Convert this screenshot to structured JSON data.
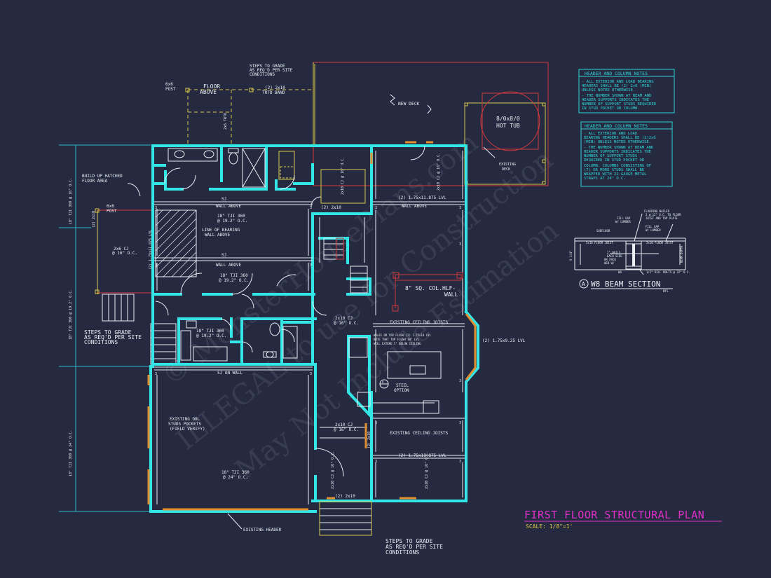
{
  "plan": {
    "title": "FIRST FLOOR STRUCTURAL PLAN",
    "scale": "SCALE:  1/8\"=1'"
  },
  "notes": {
    "box1": {
      "title": "HEADER AND COLUMN NOTES",
      "lines": [
        "- ALL EXTERIOR AND LOAD BEARING",
        "HEADERS SHALL BE (2) 2x6 (MIN)",
        "UNLESS NOTED OTHERWISE.",
        "- THE NUMBER SHOWN AT BEAM AND",
        "HEADER SUPPORTS INDICATES THE",
        "NUMBER OF SUPPORT STUDS REQUIRED",
        "IN STUD POCKET OR COLUMN."
      ]
    },
    "box2": {
      "title": "HEADER AND COLUMN NOTES",
      "lines": [
        "- ALL EXTERIOR AND LOAD",
        "BEARING HEADERS SHALL BE (2)2x6",
        "(MIN) UNLESS NOTED OTHERWISE.",
        "- THE NUMBER SHOWN AT BEAM AND",
        "HEADER SUPPORTS INDICATES THE",
        "NUMBER OF SUPPORT STUDS",
        "REQUIRED IN STUD POCKET OR",
        "COLUMN.  COLUMNS CONSISTING OF",
        "(7) OR MORE STUDS SHALL BE",
        "WRAPPED WITH 22-GAUGE METAL",
        "STRAPS AT 24\" O.C."
      ]
    }
  },
  "beam_section": {
    "title": "W8 BEAM SECTION",
    "marker": "A",
    "nts": "NTS",
    "labels": {
      "flooring": "FLOORING NAILED\n2 @ 12\" O.C. TO FLOOR\nJOIST AND TOP PLATE",
      "fill_gap_left": "FILL GAP\nW/ LUMBER",
      "fill_gap_right": "FILL GAP\nW/ LUMBER",
      "subfloor": "SUBFLOOR",
      "floor_joist_left": "2x10 FLOOR JOIST",
      "floor_joist_right": "2x10 FLOOR JOIST",
      "nails": "2\" NAILS\nEACH SIDE\nOR PACK\nWEB W/",
      "w8": "W8",
      "bolts": "1/2\" DIA. BOLTS @ 32\" O.C.",
      "beam_depth": "BEAM DEPTH",
      "depth": "9 1/4\""
    }
  },
  "labels": {
    "steps_top": "STEPS TO GRADE\nAS REQ'D PER SITE\nCONDITIONS",
    "steps_left": "STEPS TO GRADE\nAS REQ'D PER SITE\nCONDITIONS",
    "steps_bottom": "STEPS TO GRADE\nAS REQ'D PER SITE\nCONDITIONS",
    "post_top": "6x6\nPOST",
    "floor_above": "FLOOR\nABOVE",
    "post_left": "6x6\nPOST",
    "band": "(2) 2x10\nTRTD BAND",
    "new_deck": "NEW DECK",
    "hot_tub": "8/0x8/0\nHOT TUB",
    "existing_deck": "EXISTING\nDECK",
    "build_up": "BUILD UP HATCHED\nFLOOR AREA",
    "wall_above_1": "WALL ABOVE",
    "wall_above_2": "WALL ABOVE",
    "wall_above_3": "WALL ABOVE",
    "line_bearing": "LINE OF BEARING\nWALL ABOVE",
    "tji_1": "18\" TJI 360\n@ 19.2\" O.C.",
    "tji_2": "18\" TJI 360\n@ 19.2\" O.C.",
    "tji_3": "18\" TJI 360\n@ 19.2\" O.C.",
    "tji_4": "18\" TJI 360\n@ 24\" O.C.",
    "sj_1": "SJ",
    "sj_2": "SJ",
    "sj_wall": "SJ ON WALL",
    "cj_1": "2x10 CJ\n@ 16\" O.C.",
    "cj_2": "2x10 CJ\n@ 16\" O.C.",
    "cj_left": "2x6 CJ\n@ 16\" O.C.",
    "lvl_1": "(2) 1.75x11.875 LVL",
    "lvl_2": "(2) 1.75x11.875 LVL",
    "lvl_bay": "(2) 1.75x9.25 LVL",
    "col": "8\" SQ. COL.HLF-\nWALL",
    "ceiling_1": "EXISTING CEILING JOISTS",
    "ceiling_2": "EXISTING CEILING JOISTS",
    "w8_note": "W8x31 OR TOP FLUSH (2) 1.75x18 LVL\nNOTE THAT TOP FLUSH 18\" LVL\nWILL EXTEND 5\" BELOW CEILING",
    "steel": "STEEL\nOPTION",
    "studs": "EXISTING DBL\nSTUDS POCKETS\n(FIELD VERIFY)",
    "header": "EXISTING HEADER",
    "hdr_2x10_1": "(2) 2x10",
    "hdr_2x10_2": "(2) 2x10",
    "dim_1": "18\" TJI 360 @ 16\" O.C.",
    "dim_2": "18\" TJI 360 @ 19.2\" O.C.",
    "dim_3": "18\" TJI 360 @ 24\" O.C."
  },
  "watermark": {
    "line1": "© MonsterHousePlans.com",
    "line2": "ILLEGAL to use for Construction",
    "line3": "May Not Include Estimation"
  },
  "colors": {
    "background": "#252a41",
    "wall": "#33e6e6",
    "title": "#e030c8",
    "scale": "#d8c84a",
    "notes": "#2fd4d4"
  }
}
